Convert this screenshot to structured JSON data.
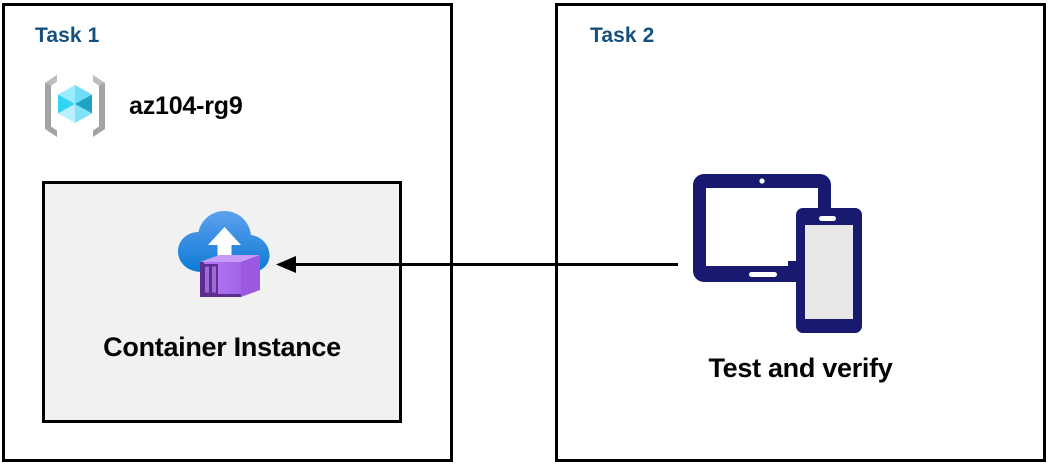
{
  "diagram": {
    "title": "Azure Container Instance task diagram",
    "background_color": "#FFFFFF",
    "border_color": "#000000",
    "accent_color": "#15517E"
  },
  "panels": [
    {
      "id": "task1",
      "label": "Task 1",
      "resource_group": {
        "icon": "resource-group-icon",
        "name": "az104-rg9"
      },
      "resource": {
        "icon": "container-instance-icon",
        "label": "Container Instance",
        "box_fill": "#F1F1F1"
      }
    },
    {
      "id": "task2",
      "label": "Task 2",
      "device": {
        "icon": "tablet-and-phone-icon",
        "label": "Test and verify",
        "color": "#191970"
      }
    }
  ],
  "connector": {
    "name": "arrow-task2-to-task1",
    "direction": "left",
    "color": "#000000",
    "from": "Test and verify",
    "to": "Container Instance"
  },
  "colors": {
    "task_label": "#15517E",
    "text": "#050505",
    "resource_box_fill": "#F1F1F1",
    "cube_light": "#9CEBFF",
    "cube_mid": "#32D4F5",
    "cube_dark": "#1FA3C4",
    "bracket_gray": "#A3A3A3",
    "cloud_top": "#5EA0EF",
    "cloud_bottom": "#0D7BD4",
    "container_light": "#B77AF4",
    "container_dark": "#5E2D91",
    "device_navy": "#191970",
    "phone_screen": "#E8E8E8"
  }
}
